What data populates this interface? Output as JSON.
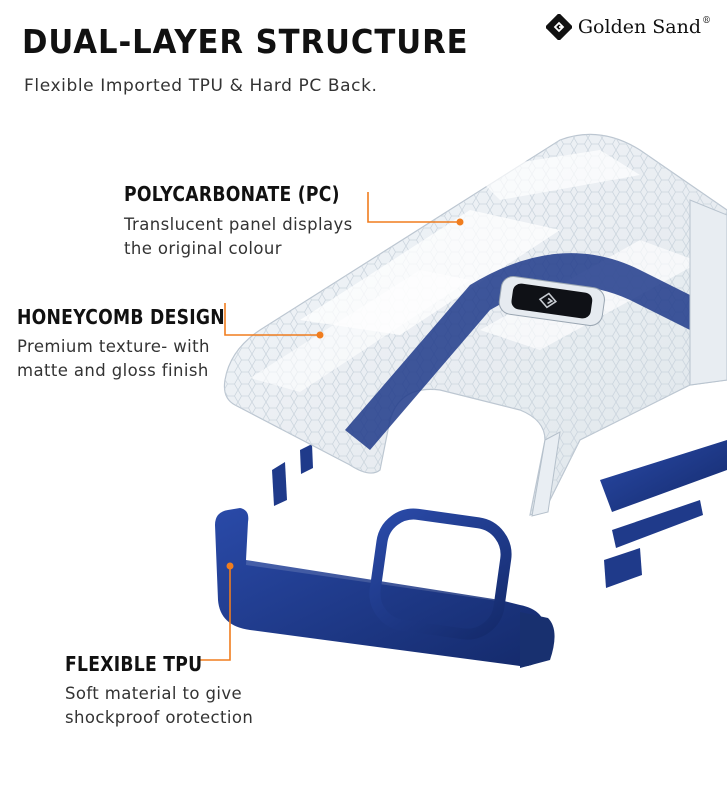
{
  "header": {
    "title": "DUAL-LAYER STRUCTURE",
    "subtitle": "Flexible Imported TPU & Hard PC Back."
  },
  "brand": {
    "name": "Golden Sand",
    "trademark": "®",
    "logo_icon": "golden-sand-logo-icon"
  },
  "features": [
    {
      "heading": "POLYCARBONATE (PC)",
      "line1": "Translucent panel displays",
      "line2": "the original colour"
    },
    {
      "heading": "HONEYCOMB DESIGN",
      "line1": "Premium texture- with",
      "line2": "matte and gloss finish"
    },
    {
      "heading": "FLEXIBLE TPU",
      "line1": "Soft material to give",
      "line2": "shockproof orotection"
    }
  ],
  "colors": {
    "accent": "#f07d1e",
    "bumper_blue": "#1f3a8a",
    "text_dark": "#111111",
    "text_body": "#333333"
  }
}
